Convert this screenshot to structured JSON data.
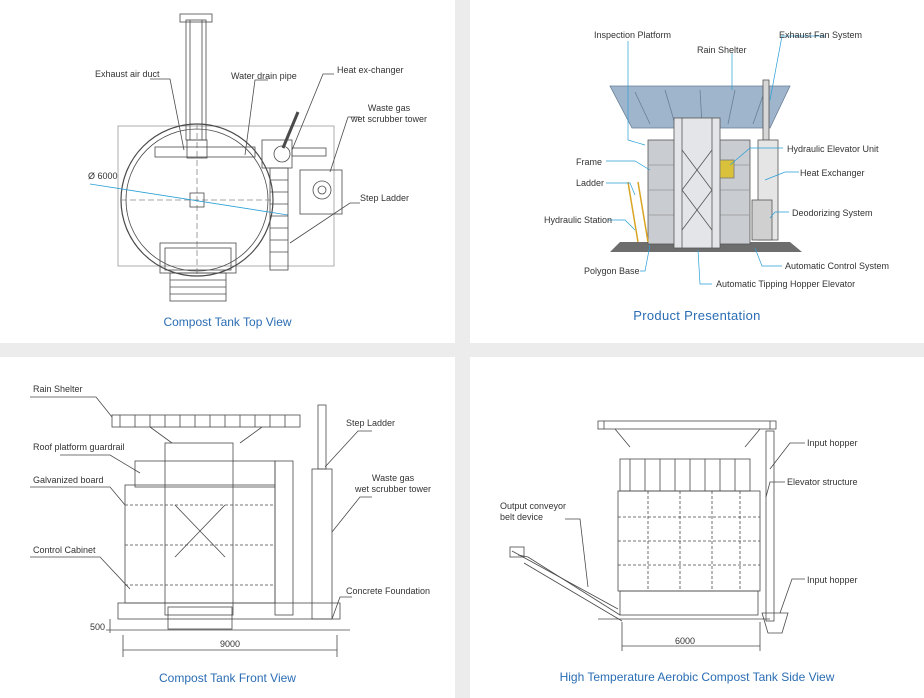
{
  "panels": {
    "top_view": {
      "caption": "Compost Tank Top View",
      "labels": {
        "exhaust_air_duct": "Exhaust air duct",
        "water_drain_pipe": "Water drain pipe",
        "heat_exchanger": "Heat ex-changer",
        "waste_gas_1": "Waste gas",
        "waste_gas_2": "wet scrubber tower",
        "diameter": "Ø 6000",
        "step_ladder": "Step Ladder"
      }
    },
    "product": {
      "caption": "Product Presentation",
      "labels": {
        "inspection_platform": "Inspection Platform",
        "rain_shelter": "Rain Shelter",
        "exhaust_fan": "Exhaust Fan System",
        "hydraulic_elevator": "Hydraulic Elevator Unit",
        "frame": "Frame",
        "heat_exchanger": "Heat Exchanger",
        "ladder": "Ladder",
        "deodorizing": "Deodorizing System",
        "hydraulic_station": "Hydraulic Station",
        "polygon_base": "Polygon Base",
        "auto_control": "Automatic Control System",
        "auto_tipping": "Automatic Tipping Hopper Elevator"
      }
    },
    "front_view": {
      "caption": "Compost Tank Front View",
      "labels": {
        "rain_shelter": "Rain Shelter",
        "step_ladder": "Step Ladder",
        "roof_guardrail": "Roof platform guardrail",
        "waste_gas_1": "Waste gas",
        "waste_gas_2": "wet scrubber tower",
        "galvanized_board": "Galvanized board",
        "control_cabinet": "Control Cabinet",
        "concrete_foundation": "Concrete Foundation"
      },
      "dims": {
        "height": "500",
        "width": "9000"
      }
    },
    "side_view": {
      "caption": "High Temperature Aerobic Compost Tank Side View",
      "labels": {
        "input_hopper_top": "Input hopper",
        "elevator_structure": "Elevator structure",
        "output_conveyor_1": "Output conveyor",
        "output_conveyor_2": "belt device",
        "input_hopper_bottom": "Input hopper"
      },
      "dims": {
        "width": "6000"
      }
    }
  },
  "colors": {
    "caption": "#2a6db4",
    "leader_blue": "#2a9fd6",
    "line": "#4a4a4a"
  }
}
